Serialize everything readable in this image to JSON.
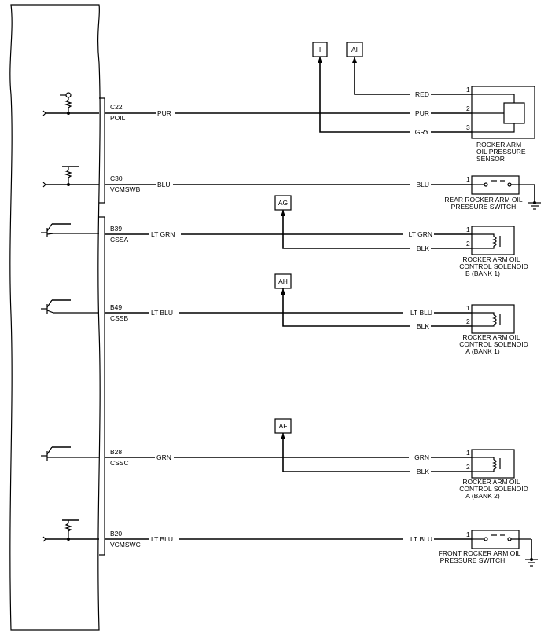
{
  "ecm": {
    "groups": [
      {
        "pins": [
          {
            "pin": "C22",
            "signal": "POIL",
            "wire": "PUR"
          },
          {
            "pin": "C30",
            "signal": "VCMSWB",
            "wire": "BLU"
          }
        ]
      },
      {
        "pins": [
          {
            "pin": "B39",
            "signal": "CSSA",
            "wire": "LT GRN"
          },
          {
            "pin": "B49",
            "signal": "CSSB",
            "wire": "LT BLU"
          },
          {
            "pin": "B28",
            "signal": "CSSC",
            "wire": "GRN"
          },
          {
            "pin": "B20",
            "signal": "VCMSWC",
            "wire": "LT BLU"
          }
        ]
      }
    ]
  },
  "connectors": [
    {
      "id": "I"
    },
    {
      "id": "AI"
    },
    {
      "id": "AG"
    },
    {
      "id": "AH"
    },
    {
      "id": "AF"
    }
  ],
  "components": [
    {
      "name_lines": [
        "ROCKER ARM",
        "OIL PRESSURE",
        "SENSOR"
      ],
      "terminals": [
        {
          "num": "1",
          "wire": "RED"
        },
        {
          "num": "2",
          "wire": "PUR"
        },
        {
          "num": "3",
          "wire": "GRY"
        }
      ]
    },
    {
      "name_lines": [
        "REAR ROCKER ARM OIL",
        "PRESSURE SWITCH"
      ],
      "terminals": [
        {
          "num": "1",
          "wire": "BLU"
        }
      ]
    },
    {
      "name_lines": [
        "ROCKER ARM OIL",
        "CONTROL SOLENOID",
        "B (BANK 1)"
      ],
      "terminals": [
        {
          "num": "1",
          "wire": "LT GRN"
        },
        {
          "num": "2",
          "wire": "BLK"
        }
      ]
    },
    {
      "name_lines": [
        "ROCKER ARM OIL",
        "CONTROL SOLENOID",
        "A (BANK 1)"
      ],
      "terminals": [
        {
          "num": "1",
          "wire": "LT BLU"
        },
        {
          "num": "2",
          "wire": "BLK"
        }
      ]
    },
    {
      "name_lines": [
        "ROCKER ARM OIL",
        "CONTROL SOLENOID",
        "A (BANK 2)"
      ],
      "terminals": [
        {
          "num": "1",
          "wire": "GRN"
        },
        {
          "num": "2",
          "wire": "BLK"
        }
      ]
    },
    {
      "name_lines": [
        "FRONT ROCKER ARM OIL",
        "PRESSURE SWITCH"
      ],
      "terminals": [
        {
          "num": "1",
          "wire": "LT BLU"
        }
      ]
    }
  ]
}
